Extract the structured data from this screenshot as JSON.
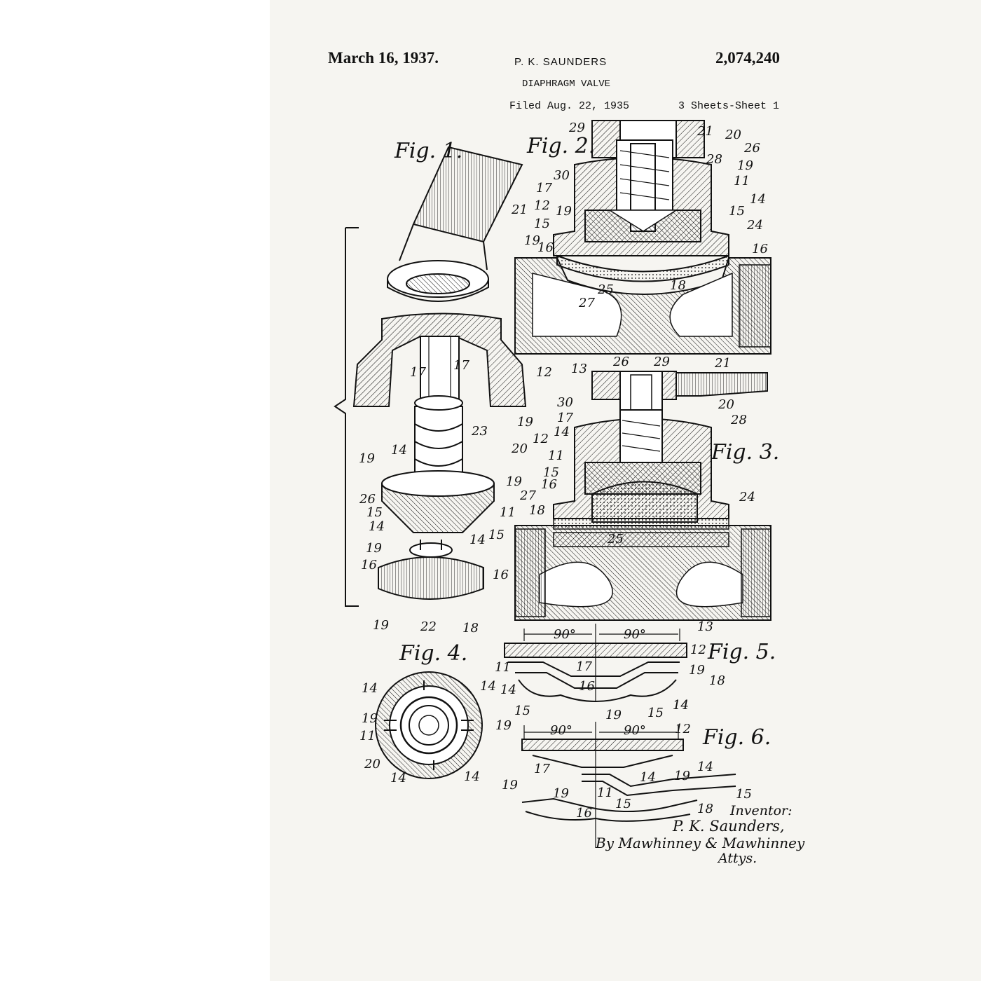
{
  "header": {
    "date": "March 16, 1937.",
    "inventor": "P. K. SAUNDERS",
    "patent_number": "2,074,240",
    "title": "DIAPHRAGM VALVE",
    "filed": "Filed Aug. 22, 1935",
    "sheets": "3 Sheets-Sheet 1"
  },
  "figures": {
    "fig1": "Fig. 1.",
    "fig2": "Fig. 2.",
    "fig3": "Fig. 3.",
    "fig4": "Fig. 4.",
    "fig5": "Fig. 5.",
    "fig6": "Fig. 6."
  },
  "angles": {
    "fig5_left": "90°",
    "fig5_right": "90°",
    "fig6_left": "90°",
    "fig6_right": "90°"
  },
  "signature": {
    "inventor_label": "Inventor:",
    "inventor_name": "P. K. Saunders,",
    "by_line": "By Mawhinney & Mawhinney",
    "attys": "Attys."
  },
  "labels": {
    "fig1": [
      "21",
      "17",
      "17",
      "12",
      "23",
      "19",
      "20",
      "19",
      "14",
      "19",
      "26",
      "15",
      "14",
      "11",
      "14",
      "15",
      "19",
      "16",
      "16",
      "19",
      "22",
      "18"
    ],
    "fig2": [
      "29",
      "21",
      "20",
      "26",
      "28",
      "19",
      "11",
      "30",
      "17",
      "12",
      "19",
      "14",
      "15",
      "15",
      "24",
      "19",
      "16",
      "16",
      "25",
      "18",
      "27",
      "13"
    ],
    "fig3": [
      "26",
      "29",
      "21",
      "30",
      "20",
      "17",
      "28",
      "14",
      "12",
      "11",
      "15",
      "16",
      "27",
      "18",
      "24",
      "25",
      "13"
    ],
    "fig4": [
      "14",
      "14",
      "19",
      "19",
      "11",
      "20",
      "14",
      "14"
    ],
    "fig5": [
      "12",
      "11",
      "17",
      "19",
      "18",
      "16",
      "14",
      "14",
      "15",
      "19",
      "15",
      "14"
    ],
    "fig6": [
      "12",
      "17",
      "14",
      "19",
      "14",
      "19",
      "15",
      "11",
      "15",
      "19",
      "16",
      "18"
    ]
  }
}
